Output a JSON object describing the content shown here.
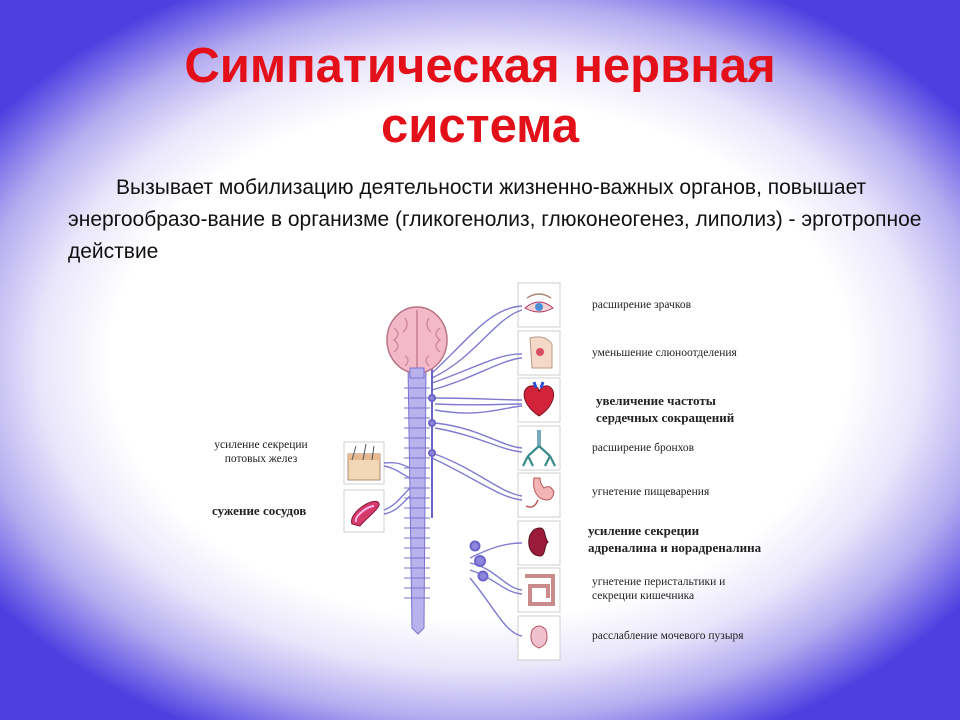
{
  "title_line1": "Симпатическая нервная",
  "title_line2": "система",
  "body_text": "Вызывает мобилизацию деятельности жизненно-важных органов, повышает энергообразо-вание в организме (гликогенолиз, глюконеогенез, липолиз) - эрготропное действие",
  "left_labels": {
    "sweat": "усиление секреции\nпотовых желез",
    "vessels": "сужение сосудов"
  },
  "right_labels": {
    "pupil": "расширение зрачков",
    "saliva": "уменьшение слюноотделения",
    "heart": "увеличение частоты\nсердечных сокращений",
    "bronchi": "расширение бронхов",
    "digestion": "угнетение пищеварения",
    "adrenal": "усиление секреции\nадреналина и норадреналина",
    "intestine": "угнетение перистальтики и\nсекреции кишечника",
    "bladder": "расслабление мочевого пузыря"
  }
}
